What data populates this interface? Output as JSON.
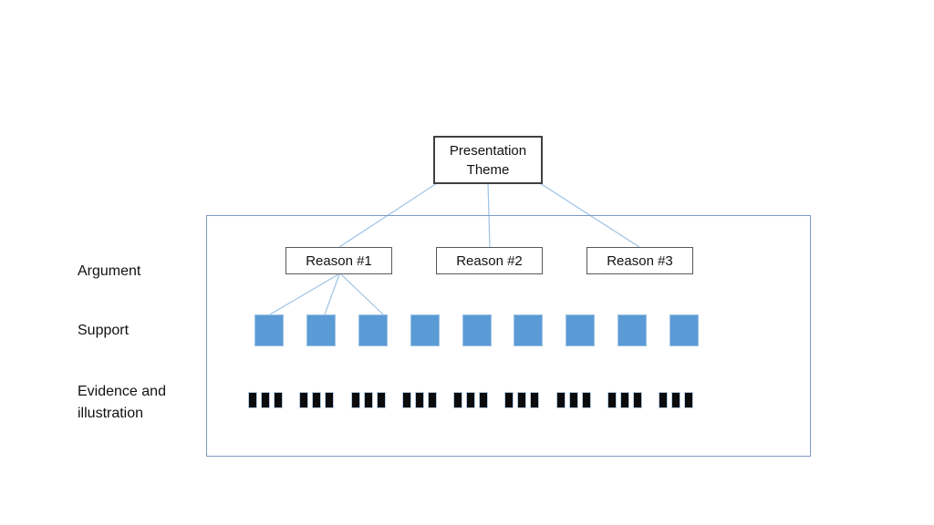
{
  "theme_box": {
    "label": "Presentation Theme"
  },
  "reasons": [
    {
      "label": "Reason #1"
    },
    {
      "label": "Reason #2"
    },
    {
      "label": "Reason #3"
    }
  ],
  "row_labels": {
    "argument": "Argument",
    "support": "Support",
    "evidence": "Evidence and illustration"
  },
  "support": {
    "square_count": 9
  },
  "evidence": {
    "group_count": 9,
    "bars_per_group": 3
  },
  "connections": {
    "theme_to_reasons": 3,
    "reason1_to_squares": 3
  },
  "colors": {
    "square_fill": "#5b9bd5",
    "square_border": "#9cc2e5",
    "connector": "#9dc3e6",
    "frame_border": "#7d9bc4",
    "box_border": "#595959",
    "theme_box_border": "#3f3f3f",
    "bar_fill": "#0b0b0b",
    "bar_border": "#b7cde4",
    "text": "#111111"
  }
}
